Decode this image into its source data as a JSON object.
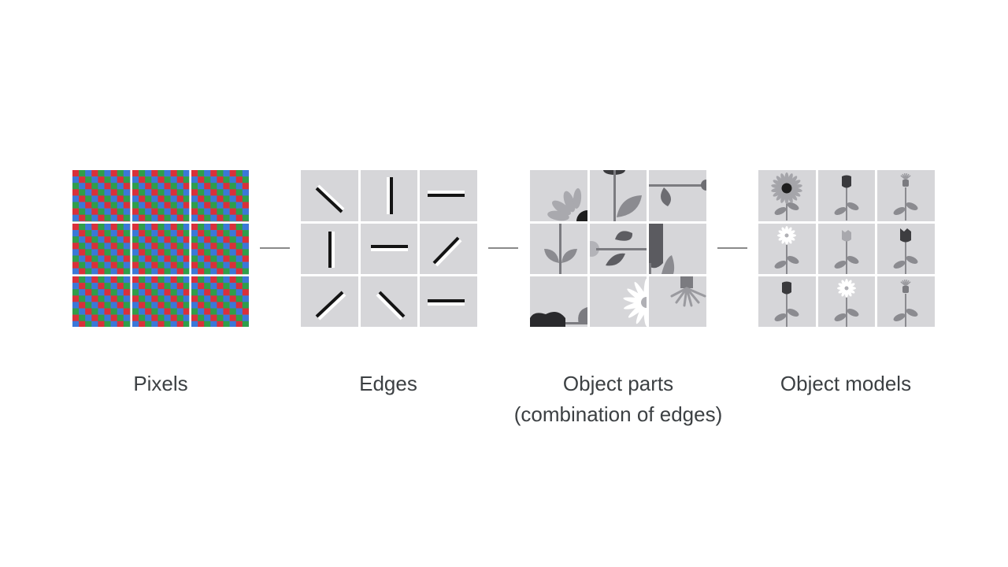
{
  "stages": [
    {
      "id": "pixels",
      "label": "Pixels",
      "sublabel": ""
    },
    {
      "id": "edges",
      "label": "Edges",
      "sublabel": ""
    },
    {
      "id": "object-parts",
      "label": "Object parts",
      "sublabel": "(combination of edges)"
    },
    {
      "id": "object-models",
      "label": "Object models",
      "sublabel": ""
    }
  ],
  "colors": {
    "pixel_palette": [
      "#d9303a",
      "#2f9e4a",
      "#3b78d8"
    ],
    "tile_background": "#d6d6d9",
    "connector": "#8a8a8a",
    "label_text": "#3c4043"
  },
  "edges_tiles": [
    {
      "orientation": "diagonal-down",
      "angle": 40
    },
    {
      "orientation": "vertical",
      "angle": 90
    },
    {
      "orientation": "horizontal",
      "angle": 0
    },
    {
      "orientation": "vertical",
      "angle": 90
    },
    {
      "orientation": "horizontal",
      "angle": 0
    },
    {
      "orientation": "diagonal-up",
      "angle": -45
    },
    {
      "orientation": "diagonal-up",
      "angle": -45
    },
    {
      "orientation": "diagonal-down",
      "angle": 45
    },
    {
      "orientation": "horizontal",
      "angle": 0
    }
  ],
  "object_models": [
    "sunflower",
    "rose",
    "thistle",
    "daisy",
    "tulip",
    "tulip-dark",
    "rose",
    "daisy",
    "thistle"
  ]
}
